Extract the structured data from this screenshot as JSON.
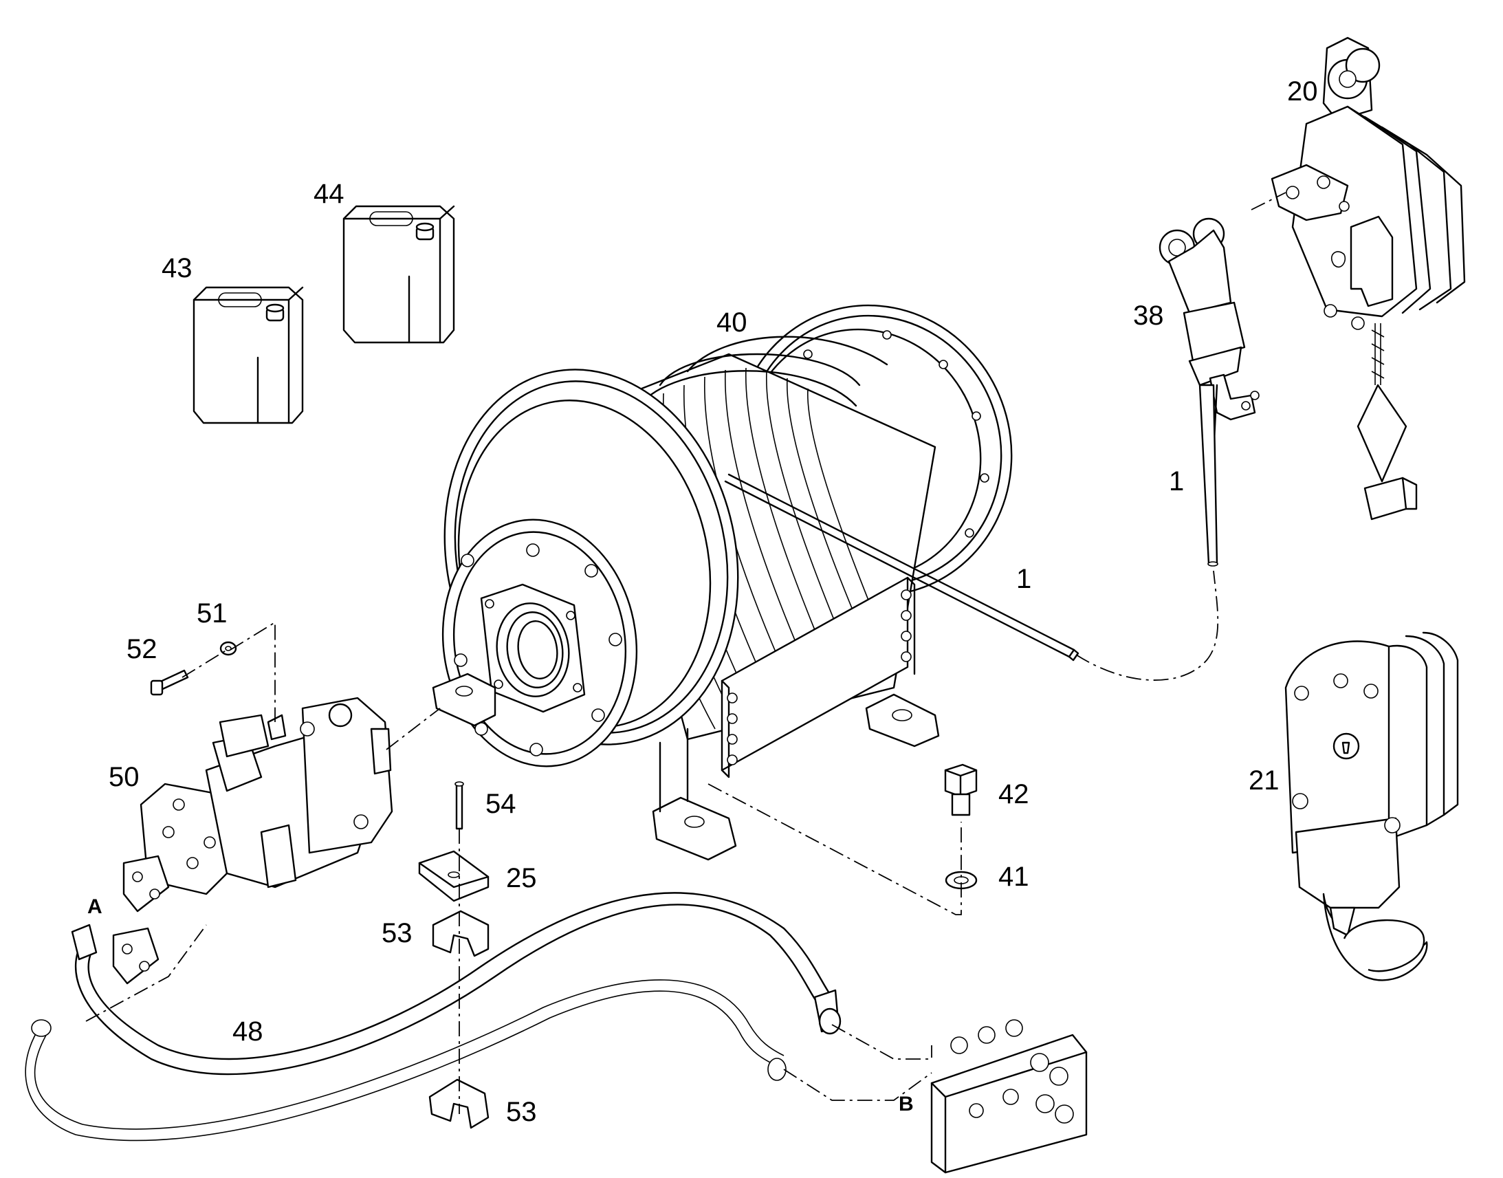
{
  "labels": {
    "l1a": "1",
    "l1b": "1",
    "l20": "20",
    "l21": "21",
    "l25": "25",
    "l38": "38",
    "l40": "40",
    "l41": "41",
    "l42": "42",
    "l43": "43",
    "l44": "44",
    "l48": "48",
    "l50": "50",
    "l51": "51",
    "l52": "52",
    "l53a": "53",
    "l53b": "53",
    "l54": "54",
    "lA": "A",
    "lB": "B"
  }
}
